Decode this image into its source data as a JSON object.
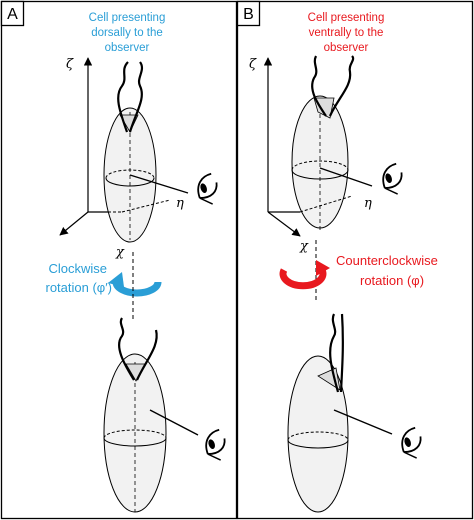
{
  "panels": [
    {
      "letter": "A",
      "title_lines": [
        "Cell presenting",
        "dorsally to the",
        "observer"
      ],
      "rotation_lines": [
        "Clockwise",
        "rotation (φ′)"
      ]
    },
    {
      "letter": "B",
      "title_lines": [
        "Cell presenting",
        "ventrally to the",
        "observer"
      ],
      "rotation_lines": [
        "Counterclockwise",
        "rotation (φ)"
      ]
    }
  ],
  "axes": {
    "zeta": "ζ",
    "eta": "η",
    "chi": "χ"
  },
  "colors": {
    "panel_a_accent": "#2a9ed6",
    "panel_b_accent": "#e8191f",
    "line": "#000000",
    "cell_fill": "#f2f2f2"
  },
  "icons": [
    "eye-icon",
    "clockwise-arrow-icon",
    "counterclockwise-arrow-icon"
  ]
}
